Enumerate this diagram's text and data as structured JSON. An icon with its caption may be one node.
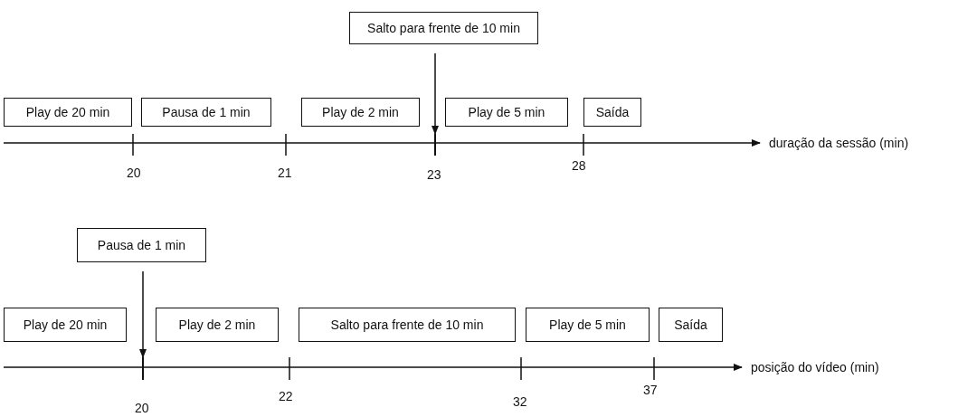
{
  "diagram": {
    "nodes": [
      {
        "text": [
          "Salto para frente de 10 min"
        ]
      },
      {
        "text": [
          "Play de 20 min"
        ]
      },
      {
        "text": [
          "Pausa de 1 min"
        ]
      },
      {
        "text": [
          "Play de 2 min"
        ]
      },
      {
        "text": [
          "Play de 5 min"
        ]
      },
      {
        "text": [
          "Saída"
        ]
      },
      {
        "text": [
          "Pausa de 1 min"
        ]
      },
      {
        "text": [
          "Play de 20 min"
        ]
      },
      {
        "text": [
          "Play de 2 min"
        ]
      },
      {
        "text": [
          "Salto para frente de 10 min"
        ]
      },
      {
        "text": [
          "Play de 5 min"
        ]
      },
      {
        "text": [
          "Saída"
        ]
      },
      {
        "text": [],
        "shape": "bar"
      },
      {
        "text": [],
        "shape": "bar"
      }
    ],
    "edges": [
      {
        "from": 0,
        "to": 12,
        "arrow": "to"
      },
      {
        "from": 6,
        "to": 13,
        "arrow": "to"
      }
    ],
    "labels": [
      "duração da sessão (min)",
      "20",
      "21",
      "23",
      "28",
      "posição do vídeo (min)",
      "20",
      "22",
      "32",
      "37"
    ]
  }
}
